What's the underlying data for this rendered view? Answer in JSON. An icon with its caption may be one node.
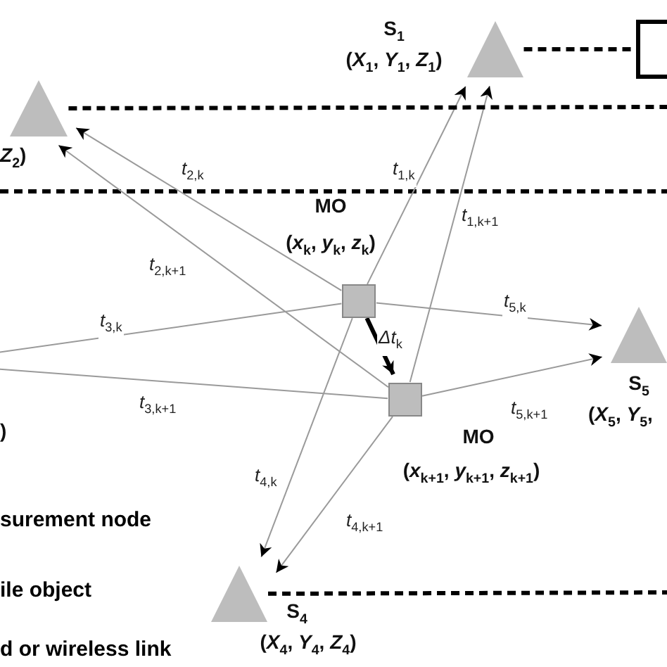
{
  "diagram": {
    "nodes": [
      {
        "text": [
          "S$_{1}$",
          "(*X*$_{1}$, *Y*$_{1}$, *Z*$_{1}$)"
        ]
      },
      {
        "text": [
          "*Z*$_{2}$)"
        ]
      },
      {
        "text": [],
        "shape": "box"
      },
      {
        "text": [
          "MO",
          "(*x*$_{k}$, *y*$_{k}$, *z*$_{k}$)"
        ]
      },
      {
        "text": [
          "MO",
          "(*x*$_{k+1}$, *y*$_{k+1}$, *z*$_{k+1}$)"
        ]
      },
      {
        "text": [
          "S$_{5}$",
          "(*X*$_{5}$, *Y*$_{5}$,"
        ]
      },
      {
        "text": [
          "S$_{4}$",
          "(*X*$_{4}$, *Y*$_{4}$, *Z*$_{4}$)"
        ]
      }
    ],
    "edges": [
      {
        "from": 3,
        "to": 0,
        "arrow": "to",
        "label": "*t*$_{1,k}$"
      },
      {
        "from": 4,
        "to": 0,
        "arrow": "to",
        "label": "*t*$_{1,k+1}$"
      },
      {
        "from": 3,
        "to": 1,
        "arrow": "to",
        "label": "*t*$_{2,k}$"
      },
      {
        "from": 4,
        "to": 1,
        "arrow": "to",
        "label": "*t*$_{2,k+1}$"
      },
      {
        "from": 3,
        "to": null,
        "arrow": "none",
        "label": "*t*$_{3,k}$"
      },
      {
        "from": 4,
        "to": null,
        "arrow": "none",
        "label": "*t*$_{3,k+1}$"
      },
      {
        "from": 3,
        "to": 5,
        "arrow": "to",
        "label": "*t*$_{5,k}$"
      },
      {
        "from": 4,
        "to": 5,
        "arrow": "to",
        "label": "*t*$_{5,k+1}$"
      },
      {
        "from": 3,
        "to": 6,
        "arrow": "to",
        "label": "*t*$_{4,k}$"
      },
      {
        "from": 4,
        "to": 6,
        "arrow": "to",
        "label": "*t*$_{4,k+1}$"
      },
      {
        "from": 3,
        "to": 4,
        "arrow": "to",
        "label": "*Δt*$_{k}$",
        "style": "thick",
        "color": "#000000"
      },
      {
        "from": 0,
        "to": 2,
        "arrow": "none",
        "style": "dashed",
        "color": "#000000"
      },
      {
        "from": 1,
        "to": null,
        "arrow": "none",
        "style": "dashed",
        "color": "#000000"
      },
      {
        "from": 6,
        "to": null,
        "arrow": "none",
        "style": "dashed",
        "color": "#000000"
      }
    ],
    "labels": [
      ")"
    ],
    "legend": [
      {
        "text": "surement node"
      },
      {
        "text": "ile object"
      },
      {
        "text": "d or wireless link"
      }
    ]
  }
}
